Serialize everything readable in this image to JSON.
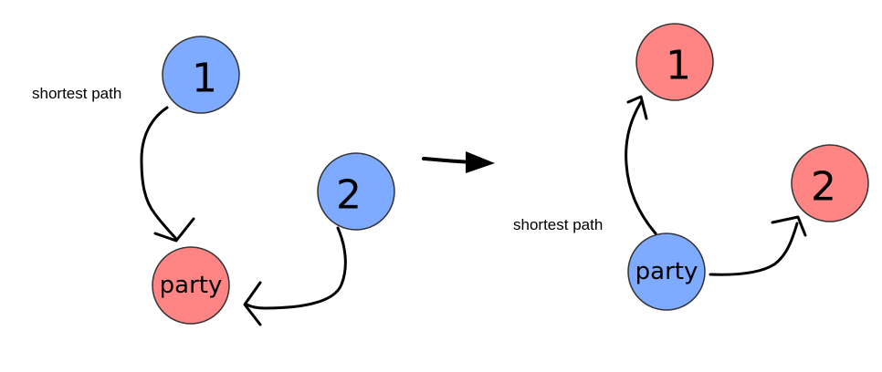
{
  "colors": {
    "blue": "#7eaaff",
    "red": "#ff8585",
    "outline": "#333333",
    "ink": "#000000",
    "background": "#ffffff"
  },
  "left_graph": {
    "node_1": {
      "label": "1",
      "color": "blue"
    },
    "node_2": {
      "label": "2",
      "color": "blue"
    },
    "node_party": {
      "label": "party",
      "color": "red"
    },
    "annotation": "shortest path"
  },
  "right_graph": {
    "node_1": {
      "label": "1",
      "color": "red"
    },
    "node_2": {
      "label": "2",
      "color": "red"
    },
    "node_party": {
      "label": "party",
      "color": "blue"
    },
    "annotation": "shortest path"
  }
}
